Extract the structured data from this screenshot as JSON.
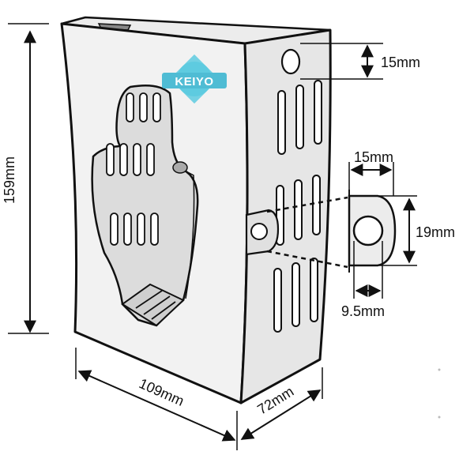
{
  "logo": {
    "text": "KEIYO",
    "color": "#5ecbe0"
  },
  "dimensions": {
    "height": "159mm",
    "width": "109mm",
    "depth": "72mm",
    "hole_offset": "15mm",
    "tab_width": "15mm",
    "tab_height": "19mm",
    "hole_diameter": "9.5mm"
  },
  "colors": {
    "outline": "#111111",
    "face": "#f2f2f2",
    "side": "#e6e6e6",
    "top": "#ececec",
    "cavity": "#dadada"
  }
}
